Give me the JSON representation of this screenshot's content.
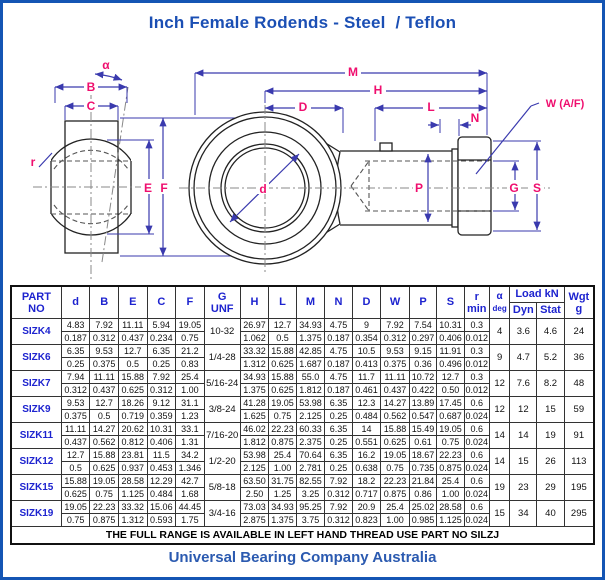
{
  "title": "Inch Female Rodends - Steel  / Teflon",
  "company": "Universal Bearing Company Australia",
  "colors": {
    "frame_blue": "#1455b4",
    "title_blue": "#1b4fb4",
    "header_text_blue": "#1d23cf",
    "dim_label_magenta": "#ef0e6e",
    "dim_line_blue": "#3a3aae",
    "drawing_line": "#222222"
  },
  "drawing": {
    "labels": {
      "alpha": "α",
      "B": "B",
      "C": "C",
      "r": "r",
      "E": "E",
      "F": "F",
      "M": "M",
      "H": "H",
      "D": "D",
      "L": "L",
      "N": "N",
      "W": "W (A/F)",
      "P": "P",
      "G": "G",
      "S": "S",
      "d": "d"
    }
  },
  "table": {
    "headers": {
      "part_line1": "PART",
      "part_line2": "NO",
      "d": "d",
      "B": "B",
      "E": "E",
      "C": "C",
      "F": "F",
      "G_line1": "G",
      "G_line2": "UNF",
      "H": "H",
      "L": "L",
      "M": "M",
      "N": "N",
      "D": "D",
      "W": "W",
      "P": "P",
      "S": "S",
      "r_line1": "r",
      "r_line2": "min",
      "alpha_line1": "α",
      "alpha_line2": "deg",
      "load": "Load kN",
      "dyn": "Dyn",
      "stat": "Stat",
      "wgt_line1": "Wgt",
      "wgt_line2": "g"
    },
    "rows": [
      {
        "part": "SIZK4",
        "g": "10-32",
        "alpha": "4",
        "dyn": "3.6",
        "stat": "4.6",
        "wgt": "24",
        "mm": [
          "4.83",
          "7.92",
          "11.11",
          "5.94",
          "19.05",
          "26.97",
          "12.7",
          "34.93",
          "4.75",
          "9",
          "7.92",
          "7.54",
          "10.31",
          "0.3"
        ],
        "inch": [
          "0.187",
          "0.312",
          "0.437",
          "0.234",
          "0.75",
          "1.062",
          "0.5",
          "1.375",
          "0.187",
          "0.354",
          "0.312",
          "0.297",
          "0.406",
          "0.012"
        ]
      },
      {
        "part": "SIZK6",
        "g": "1/4-28",
        "alpha": "9",
        "dyn": "4.7",
        "stat": "5.2",
        "wgt": "36",
        "mm": [
          "6.35",
          "9.53",
          "12.7",
          "6.35",
          "21.2",
          "33.32",
          "15.88",
          "42.85",
          "4.75",
          "10.5",
          "9.53",
          "9.15",
          "11.91",
          "0.3"
        ],
        "inch": [
          "0.25",
          "0.375",
          "0.5",
          "0.25",
          "0.83",
          "1.312",
          "0.625",
          "1.687",
          "0.187",
          "0.413",
          "0.375",
          "0.36",
          "0.496",
          "0.012"
        ]
      },
      {
        "part": "SIZK7",
        "g": "5/16-24",
        "alpha": "12",
        "dyn": "7.6",
        "stat": "8.2",
        "wgt": "48",
        "mm": [
          "7.94",
          "11.11",
          "15.88",
          "7.92",
          "25.4",
          "34.93",
          "15.88",
          "55.0",
          "4.75",
          "11.7",
          "11.11",
          "10.72",
          "12.7",
          "0.3"
        ],
        "inch": [
          "0.312",
          "0.437",
          "0.625",
          "0.312",
          "1.00",
          "1.375",
          "0.625",
          "1.812",
          "0.187",
          "0.461",
          "0.437",
          "0.422",
          "0.50",
          "0.012"
        ]
      },
      {
        "part": "SIZK9",
        "g": "3/8-24",
        "alpha": "12",
        "dyn": "12",
        "stat": "15",
        "wgt": "59",
        "mm": [
          "9.53",
          "12.7",
          "18.26",
          "9.12",
          "31.1",
          "41.28",
          "19.05",
          "53.98",
          "6.35",
          "12.3",
          "14.27",
          "13.89",
          "17.45",
          "0.6"
        ],
        "inch": [
          "0.375",
          "0.5",
          "0.719",
          "0.359",
          "1.23",
          "1.625",
          "0.75",
          "2.125",
          "0.25",
          "0.484",
          "0.562",
          "0.547",
          "0.687",
          "0.024"
        ]
      },
      {
        "part": "SIZK11",
        "g": "7/16-20",
        "alpha": "14",
        "dyn": "14",
        "stat": "19",
        "wgt": "91",
        "mm": [
          "11.11",
          "14.27",
          "20.62",
          "10.31",
          "33.1",
          "46.02",
          "22.23",
          "60.33",
          "6.35",
          "14",
          "15.88",
          "15.49",
          "19.05",
          "0.6"
        ],
        "inch": [
          "0.437",
          "0.562",
          "0.812",
          "0.406",
          "1.31",
          "1.812",
          "0.875",
          "2.375",
          "0.25",
          "0.551",
          "0.625",
          "0.61",
          "0.75",
          "0.024"
        ]
      },
      {
        "part": "SIZK12",
        "g": "1/2-20",
        "alpha": "14",
        "dyn": "15",
        "stat": "26",
        "wgt": "113",
        "mm": [
          "12.7",
          "15.88",
          "23.81",
          "11.5",
          "34.2",
          "53.98",
          "25.4",
          "70.64",
          "6.35",
          "16.2",
          "19.05",
          "18.67",
          "22.23",
          "0.6"
        ],
        "inch": [
          "0.5",
          "0.625",
          "0.937",
          "0.453",
          "1.346",
          "2.125",
          "1.00",
          "2.781",
          "0.25",
          "0.638",
          "0.75",
          "0.735",
          "0.875",
          "0.024"
        ]
      },
      {
        "part": "SIZK15",
        "g": "5/8-18",
        "alpha": "19",
        "dyn": "23",
        "stat": "29",
        "wgt": "195",
        "mm": [
          "15.88",
          "19.05",
          "28.58",
          "12.29",
          "42.7",
          "63.50",
          "31.75",
          "82.55",
          "7.92",
          "18.2",
          "22.23",
          "21.84",
          "25.4",
          "0.6"
        ],
        "inch": [
          "0.625",
          "0.75",
          "1.125",
          "0.484",
          "1.68",
          "2.50",
          "1.25",
          "3.25",
          "0.312",
          "0.717",
          "0.875",
          "0.86",
          "1.00",
          "0.024"
        ]
      },
      {
        "part": "SIZK19",
        "g": "3/4-16",
        "alpha": "15",
        "dyn": "34",
        "stat": "40",
        "wgt": "295",
        "mm": [
          "19.05",
          "22.23",
          "33.32",
          "15.06",
          "44.45",
          "73.03",
          "34.93",
          "95.25",
          "7.92",
          "20.9",
          "25.4",
          "25.02",
          "28.58",
          "0.6"
        ],
        "inch": [
          "0.75",
          "0.875",
          "1.312",
          "0.593",
          "1.75",
          "2.875",
          "1.375",
          "3.75",
          "0.312",
          "0.823",
          "1.00",
          "0.985",
          "1.125",
          "0.024"
        ]
      }
    ],
    "footer_note": "THE FULL RANGE IS AVAILABLE IN LEFT HAND THREAD   USE PART NO SILZJ"
  }
}
